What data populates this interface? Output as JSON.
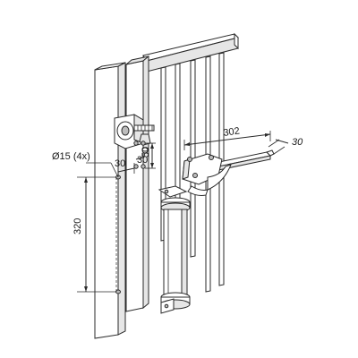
{
  "dimensions": {
    "arm_length": "302",
    "arm_width": "30",
    "hole_spacing_horizontal": "30",
    "hole_spacing_vertical": "50",
    "hole_diameter": "Ø15 (4x)",
    "height_spacing": "320"
  }
}
